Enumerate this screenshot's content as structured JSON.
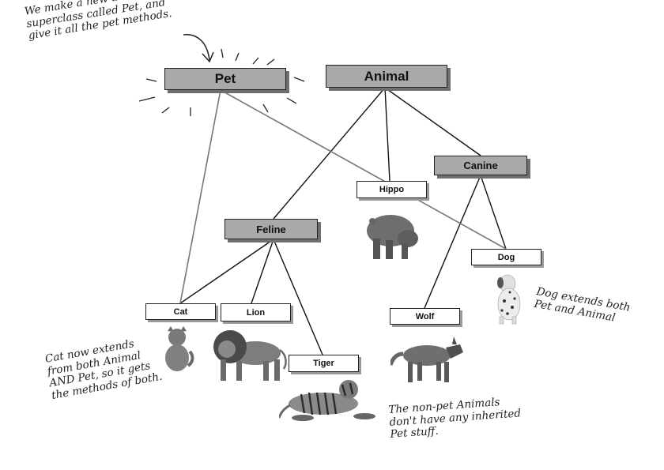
{
  "nodes": {
    "pet": "Pet",
    "animal": "Animal",
    "canine": "Canine",
    "hippo": "Hippo",
    "feline": "Feline",
    "dog": "Dog",
    "cat": "Cat",
    "lion": "Lion",
    "wolf": "Wolf",
    "tiger": "Tiger"
  },
  "annotations": {
    "pet_note": "We make a new abstract\nsuperclass called Pet, and\ngive it all the pet methods.",
    "cat_note": "Cat now extends\nfrom both Animal\nAND Pet, so it gets\nthe methods of both.",
    "dog_note": "Dog extends both\nPet and Animal",
    "nonpet_note": "The non-pet Animals\ndon't have any inherited\nPet stuff."
  },
  "colors": {
    "abstract_box": "#a9a9a9",
    "concrete_box": "#ffffff",
    "line": "#111111",
    "pet_line": "#777777"
  }
}
